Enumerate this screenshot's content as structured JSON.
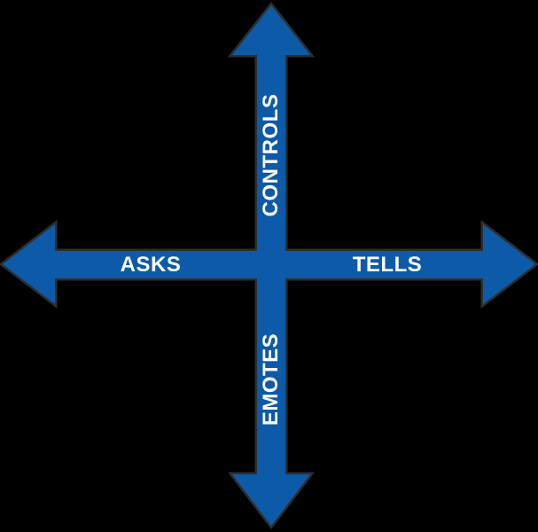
{
  "diagram": {
    "type": "four-way-arrow-cross",
    "labels": {
      "top": "CONTROLS",
      "bottom": "EMOTES",
      "left": "ASKS",
      "right": "TELLS"
    },
    "colors": {
      "arrow": "#0d5aa8",
      "halo": "#2e2e2e",
      "background": "#000000",
      "text": "#ffffff"
    }
  }
}
